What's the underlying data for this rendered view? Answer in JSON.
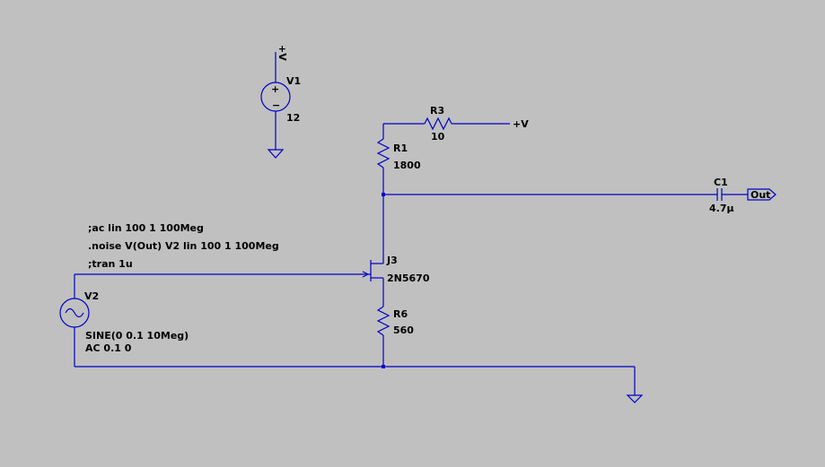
{
  "colors": {
    "background": "#c0c0c0",
    "wire": "#0000c8",
    "text": "#000000"
  },
  "components": {
    "v1": {
      "ref": "V1",
      "value": "12"
    },
    "r3": {
      "ref": "R3",
      "value": "10"
    },
    "r1": {
      "ref": "R1",
      "value": "1800"
    },
    "c1": {
      "ref": "C1",
      "value": "4.7µ"
    },
    "j3": {
      "ref": "J3",
      "value": "2N5670"
    },
    "r6": {
      "ref": "R6",
      "value": "560"
    },
    "v2": {
      "ref": "V2",
      "value_line1": "SINE(0 0.1 10Meg)",
      "value_line2": "AC 0.1 0"
    }
  },
  "nets": {
    "supply": "+V",
    "output": "Out"
  },
  "symbols": {
    "plus": "+",
    "minus": "−"
  },
  "directives": [
    ";ac lin 100 1 100Meg",
    ".noise V(Out) V2 lin 100 1 100Meg",
    ";tran 1u"
  ]
}
